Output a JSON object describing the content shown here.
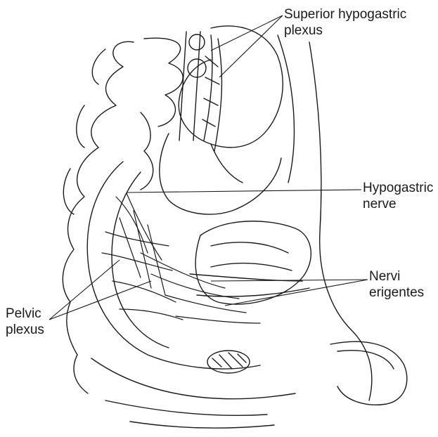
{
  "labels": {
    "superior_hypogastric_plexus": [
      "Superior hypogastric",
      "plexus"
    ],
    "hypogastric_nerve": [
      "Hypogastric",
      "nerve"
    ],
    "nervi_erigentes": [
      "Nervi",
      "erigentes"
    ],
    "pelvic_plexus": [
      "Pelvic",
      "plexus"
    ]
  },
  "colors": {
    "ink": "#1a1a1a",
    "background": "#ffffff"
  }
}
